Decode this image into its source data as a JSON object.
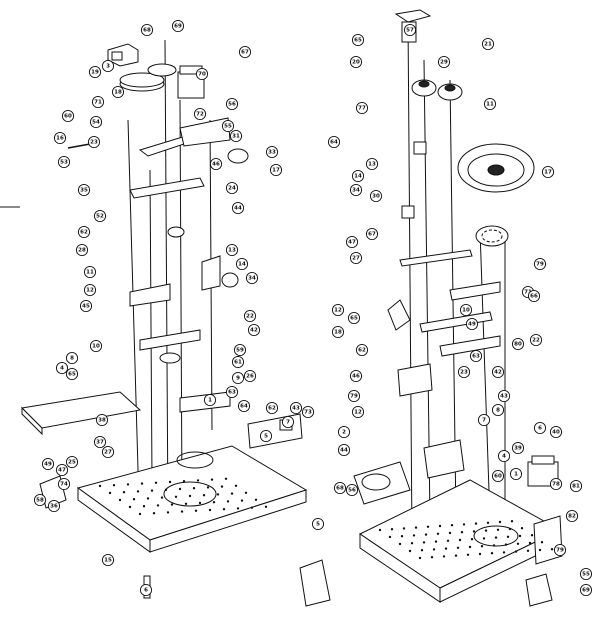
{
  "diagram": {
    "left_assembly": {
      "callouts": [
        "68",
        "69",
        "67",
        "18",
        "3",
        "70",
        "19",
        "16",
        "71",
        "72",
        "56",
        "60",
        "54",
        "55",
        "31",
        "23",
        "53",
        "46",
        "33",
        "17",
        "24",
        "44",
        "35",
        "52",
        "62",
        "13",
        "14",
        "28",
        "11",
        "34",
        "12",
        "45",
        "22",
        "42",
        "10",
        "8",
        "59",
        "61",
        "26",
        "4",
        "63",
        "64",
        "65",
        "62",
        "43",
        "5",
        "73",
        "38",
        "37",
        "27",
        "49",
        "47",
        "25",
        "74",
        "58",
        "36",
        "15",
        "6",
        "7",
        "1",
        "9"
      ]
    },
    "right_assembly": {
      "callouts": [
        "65",
        "57",
        "21",
        "20",
        "29",
        "77",
        "11",
        "64",
        "13",
        "14",
        "34",
        "30",
        "17",
        "47",
        "67",
        "27",
        "79",
        "71",
        "12",
        "65",
        "66",
        "10",
        "18",
        "49",
        "62",
        "22",
        "63",
        "46",
        "23",
        "79",
        "42",
        "12",
        "80",
        "43",
        "8",
        "2",
        "44",
        "68",
        "56",
        "7",
        "6",
        "40",
        "39",
        "4",
        "78",
        "81",
        "82",
        "79",
        "55",
        "69",
        "60",
        "1",
        "5"
      ]
    }
  }
}
